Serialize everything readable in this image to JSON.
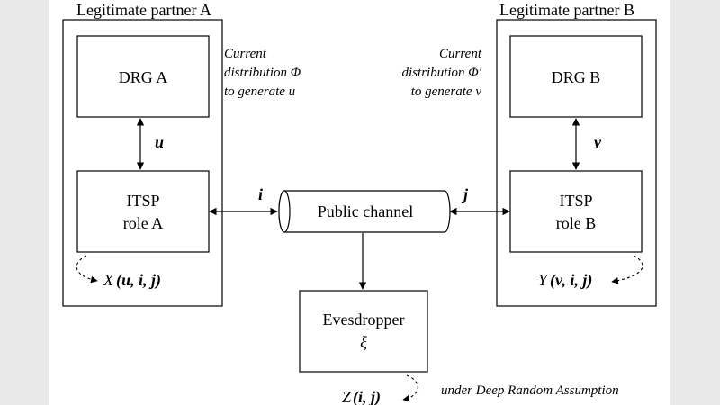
{
  "partner_a": {
    "title": "Legitimate partner A",
    "drg": "DRG A",
    "itsp_line1": "ITSP",
    "itsp_line2": "role A",
    "arrow_label": "u",
    "output_func": "X",
    "output_args": "(u, i, j)",
    "note_line1": "Current",
    "note_line2": "distribution Φ",
    "note_line3": "to generate u"
  },
  "partner_b": {
    "title": "Legitimate partner B",
    "drg": "DRG B",
    "itsp_line1": "ITSP",
    "itsp_line2": "role B",
    "arrow_label": "v",
    "output_func": "Y",
    "output_args": "(v, i, j)",
    "note_line1": "Current",
    "note_line2": "distribution Φ′",
    "note_line3": "to generate v"
  },
  "channel": {
    "label": "Public channel",
    "left_label": "i",
    "right_label": "j"
  },
  "eavesdropper": {
    "line1": "Evesdropper",
    "line2": "ξ",
    "output_func": "Z",
    "output_args": "(i, j)",
    "note": "under Deep Random Assumption"
  }
}
